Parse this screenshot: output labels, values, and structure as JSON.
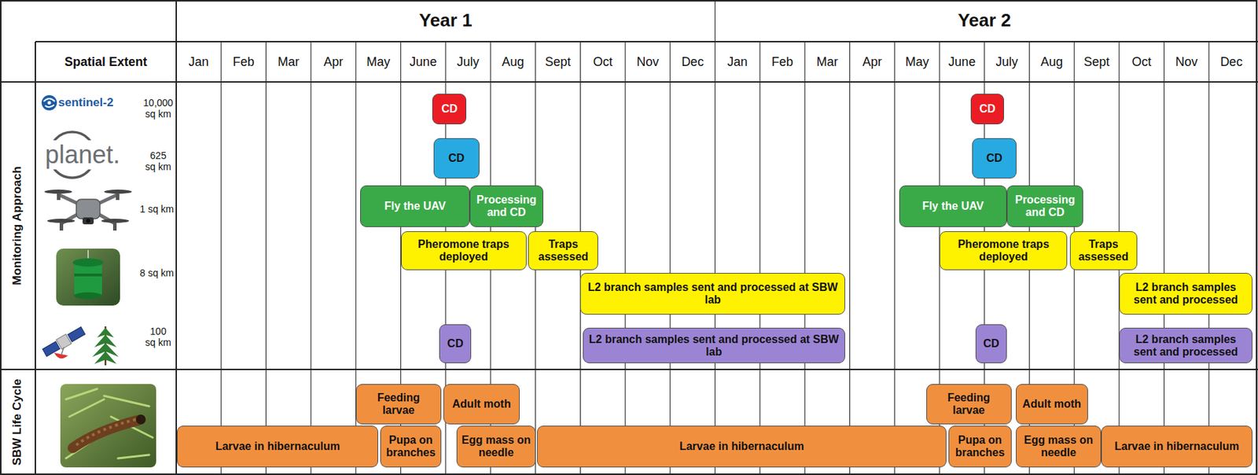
{
  "diagram": {
    "nodes": [
      {
        "text": [
          "CD"
        ]
      },
      {
        "text": [
          "CD"
        ]
      },
      {
        "text": [
          "CD"
        ]
      },
      {
        "text": [
          "CD"
        ]
      },
      {
        "text": [
          "Fly the UAV"
        ]
      },
      {
        "text": [
          "Processing and CD"
        ]
      },
      {
        "text": [
          "Fly the UAV"
        ]
      },
      {
        "text": [
          "Processing and CD"
        ]
      },
      {
        "text": [
          "Pheromone traps deployed"
        ]
      },
      {
        "text": [
          "Traps assessed"
        ]
      },
      {
        "text": [
          "Pheromone traps deployed"
        ]
      },
      {
        "text": [
          "Traps assessed"
        ]
      },
      {
        "text": [
          "L2 branch samples sent and processed at SBW lab"
        ]
      },
      {
        "text": [
          "L2 branch samples sent and processed"
        ]
      },
      {
        "text": [
          "CD"
        ]
      },
      {
        "text": [
          "L2 branch samples sent and processed at SBW lab"
        ]
      },
      {
        "text": [
          "CD"
        ]
      },
      {
        "text": [
          "L2 branch samples sent and processed"
        ]
      },
      {
        "text": [
          "Feeding larvae"
        ]
      },
      {
        "text": [
          "Adult moth"
        ]
      },
      {
        "text": [
          "Feeding larvae"
        ]
      },
      {
        "text": [
          "Adult moth"
        ]
      },
      {
        "text": [
          "Larvae in hibernaculum"
        ]
      },
      {
        "text": [
          "Pupa on branches"
        ]
      },
      {
        "text": [
          "Egg mass on needle"
        ]
      },
      {
        "text": [
          "Larvae in hibernaculum"
        ]
      },
      {
        "text": [
          "Pupa on branches"
        ]
      },
      {
        "text": [
          "Egg mass on needle"
        ]
      },
      {
        "text": [
          "Larvae in hibernaculum"
        ]
      }
    ],
    "labels": [
      "Year 1",
      "Year 2",
      "Spatial Extent",
      "Jan",
      "Feb",
      "Mar",
      "Apr",
      "May",
      "June",
      "July",
      "Aug",
      "Sept",
      "Oct",
      "Nov",
      "Dec",
      "Jan",
      "Feb",
      "Mar",
      "Apr",
      "May",
      "June",
      "July",
      "Aug",
      "Sept",
      "Oct",
      "Nov",
      "Dec",
      "sentinel-2",
      "10,000 sq km",
      "planet.",
      "625 sq km",
      "1 sq km",
      "8 sq km",
      "100 sq km",
      "Monitoring Approach",
      "SBW Life Cycle"
    ]
  }
}
